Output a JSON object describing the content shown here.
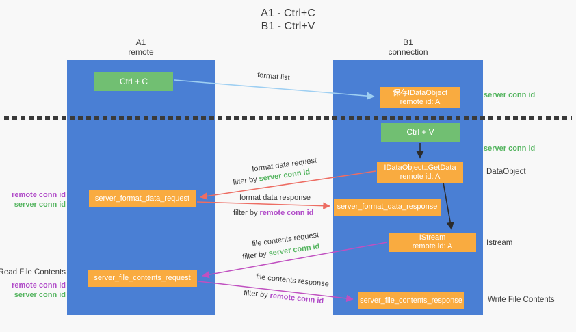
{
  "title": {
    "line1": "A1 - Ctrl+C",
    "line2": "B1 - Ctrl+V"
  },
  "columns": {
    "left": {
      "name": "A1",
      "subtitle": "remote"
    },
    "right": {
      "name": "B1",
      "subtitle": "connection"
    }
  },
  "boxes": {
    "ctrl_c": {
      "label": "Ctrl + C"
    },
    "save_idataobject": {
      "line1": "保存IDataObject",
      "line2": "remote id: A"
    },
    "ctrl_v": {
      "label": "Ctrl + V"
    },
    "getdata": {
      "line1": "IDataObject::GetData",
      "line2": "remote id: A"
    },
    "format_request": {
      "label": "server_format_data_request"
    },
    "format_response": {
      "label": "server_format_data_response"
    },
    "istream": {
      "line1": "IStream",
      "line2": "remote id: A"
    },
    "file_request": {
      "label": "server_file_contents_request"
    },
    "file_response": {
      "label": "server_file_contents_response"
    }
  },
  "side_labels": {
    "server_conn_id_top": "server conn id",
    "server_conn_id_mid": "server conn id",
    "dataobject": "DataObject",
    "istream": "Istream",
    "write_file_contents": "Write File Contents",
    "read_file_contents": "Read File Contents",
    "remote_conn_id_1": "remote conn id",
    "server_conn_id_1": "server conn id",
    "remote_conn_id_2": "remote conn id",
    "server_conn_id_2": "server conn id"
  },
  "arrow_labels": {
    "format_list": "format list",
    "format_data_request": "format data request",
    "filter_by_1_prefix": "filter by ",
    "filter_by_1_value": "server conn id",
    "format_data_response": "format data response",
    "filter_by_2_prefix": "filter by ",
    "filter_by_2_value": "remote conn id",
    "file_contents_request": "file contents request",
    "filter_by_3_prefix": "filter by ",
    "filter_by_3_value": "server conn id",
    "file_contents_response": "file contents response",
    "filter_by_4_prefix": "filter by ",
    "filter_by_4_value": "remote conn id"
  },
  "colors": {
    "column_blue": "#4a7fd4",
    "box_green": "#71bf72",
    "box_orange": "#f9ab40",
    "text_green": "#54b45f",
    "text_purple": "#b04ac8",
    "arrow_red": "#ed6d63",
    "arrow_magenta": "#c050c0",
    "arrow_lightblue": "#9ecff2",
    "arrow_black": "#2b2b2b"
  }
}
